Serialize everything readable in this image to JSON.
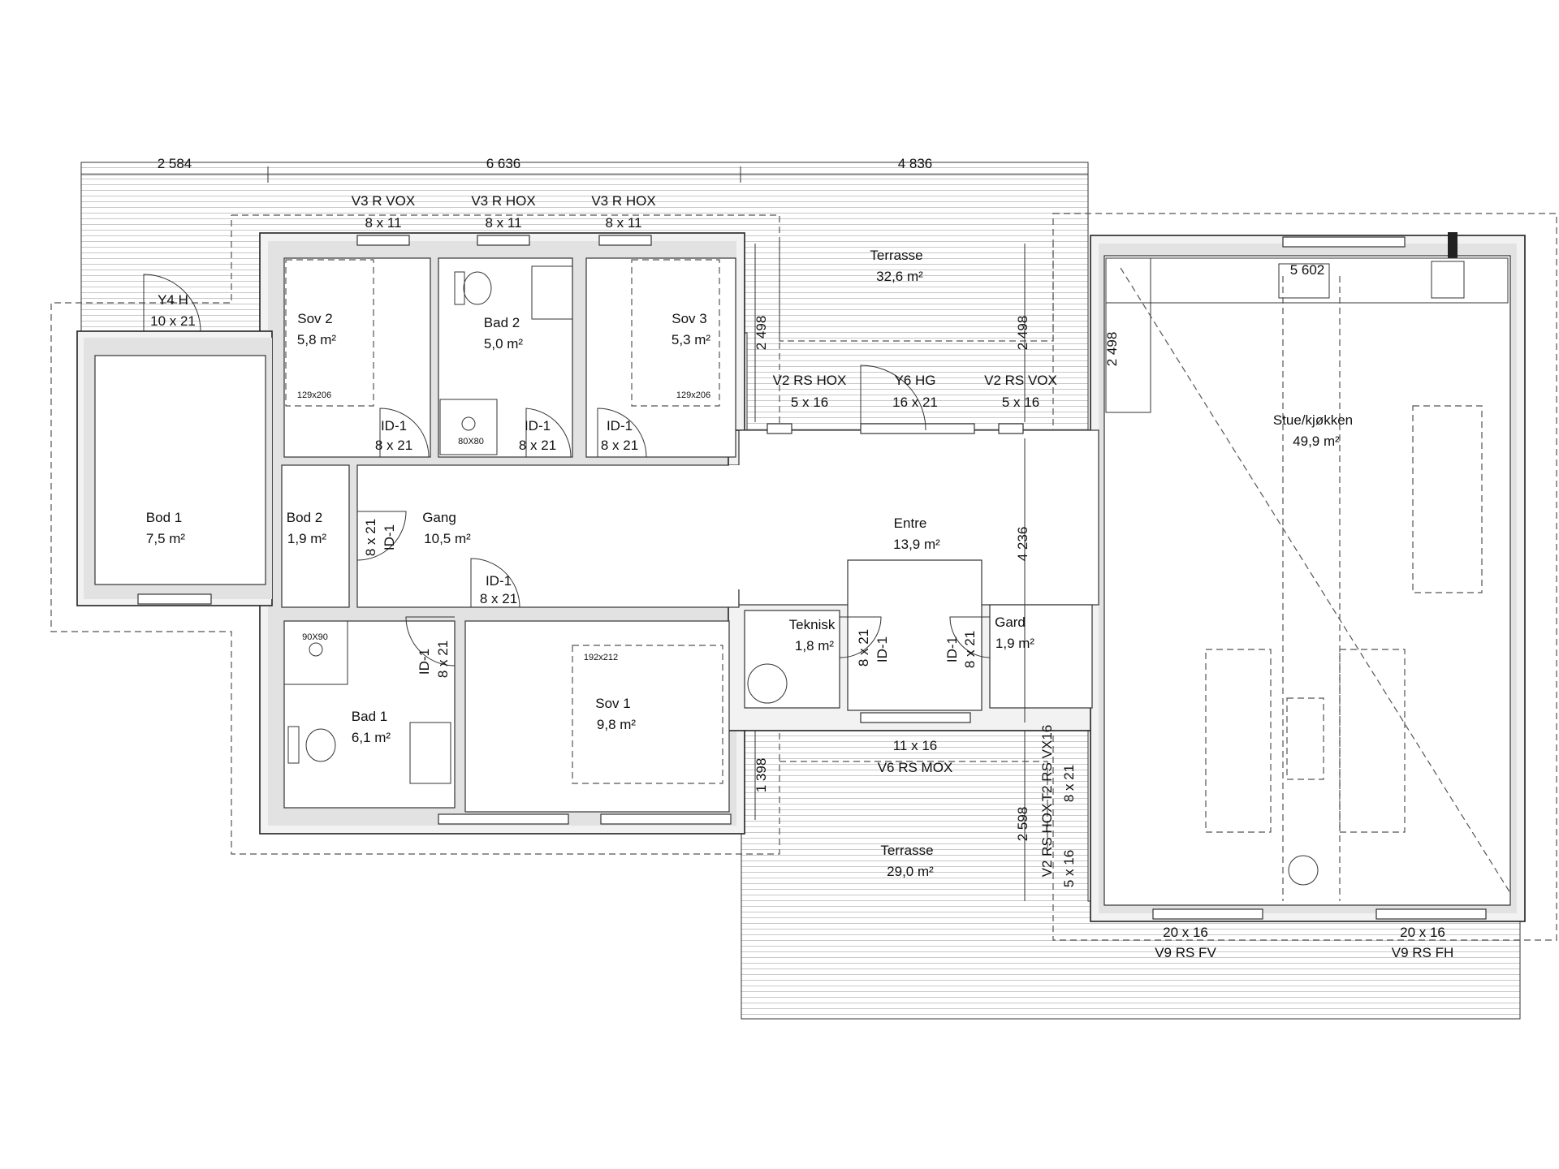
{
  "dimensions": {
    "top_1": "2 584",
    "top_2": "6 636",
    "top_3": "4 836",
    "left_terrace_depth": "2 498",
    "right_terrace_depth": "2 498",
    "kitchen_depth": "2 498",
    "kitchen_width": "5 602",
    "entre_depth": "4 236",
    "lower_left": "1 398",
    "lower_terrace_depth": "2 598"
  },
  "rooms": {
    "sov2": {
      "name": "Sov 2",
      "area": "5,8 m²",
      "bed": "129x206"
    },
    "bad2": {
      "name": "Bad 2",
      "area": "5,0 m²",
      "shower": "80X80"
    },
    "sov3": {
      "name": "Sov 3",
      "area": "5,3 m²",
      "bed": "129x206"
    },
    "bod1": {
      "name": "Bod 1",
      "area": "7,5 m²"
    },
    "bod2": {
      "name": "Bod 2",
      "area": "1,9 m²"
    },
    "gang": {
      "name": "Gang",
      "area": "10,5 m²"
    },
    "entre": {
      "name": "Entre",
      "area": "13,9 m²"
    },
    "teknisk": {
      "name": "Teknisk",
      "area": "1,8 m²"
    },
    "gard": {
      "name": "Gard",
      "area": "1,9 m²"
    },
    "bad1": {
      "name": "Bad 1",
      "area": "6,1 m²",
      "shower": "90X90"
    },
    "sov1": {
      "name": "Sov 1",
      "area": "9,8 m²",
      "bed": "192x212"
    },
    "stue": {
      "name": "Stue/kjøkken",
      "area": "49,9 m²"
    },
    "terrasse_top": {
      "name": "Terrasse",
      "area": "32,6 m²"
    },
    "terrasse_bottom": {
      "name": "Terrasse",
      "area": "29,0 m²"
    }
  },
  "windows": {
    "w1_type": "V3 R VOX",
    "w1_size": "8 x 11",
    "w2_type": "V3 R HOX",
    "w2_size": "8 x 11",
    "w3_type": "V3 R HOX",
    "w3_size": "8 x 11",
    "y4_type": "Y4 H",
    "y4_size": "10 x 21",
    "v2l_type": "V2 RS HOX",
    "v2l_size": "5 x 16",
    "y6_type": "Y6 HG",
    "y6_size": "16 x 21",
    "v2r_type": "V2 RS VOX",
    "v2r_size": "5 x 16",
    "v6_size": "11 x 16",
    "v6_type": "V6 RS MOX",
    "v2b_type": "V2 RS HOX",
    "v2b_size": "5 x 16",
    "t2_type": "T2 RS VX16",
    "t2_size": "8 x 21",
    "v9l_size": "20 x 16",
    "v9l_type": "V9 RS FV",
    "v9r_size": "20 x 16",
    "v9r_type": "V9 RS FH"
  },
  "doors": {
    "d_sov2": {
      "type": "ID-1",
      "size": "8 x 21"
    },
    "d_bad2": {
      "type": "ID-1",
      "size": "8 x 21"
    },
    "d_sov3": {
      "type": "ID-1",
      "size": "8 x 21"
    },
    "d_bod2": {
      "type": "ID-1",
      "size": "8 x 21"
    },
    "d_gang": {
      "type": "ID-1",
      "size": "8 x 21"
    },
    "d_bad1": {
      "type": "ID-1",
      "size": "8 x 21"
    },
    "d_tek": {
      "type": "ID-1",
      "size": "8 x 21"
    },
    "d_gard": {
      "type": "ID-1",
      "size": "8 x 21"
    }
  }
}
